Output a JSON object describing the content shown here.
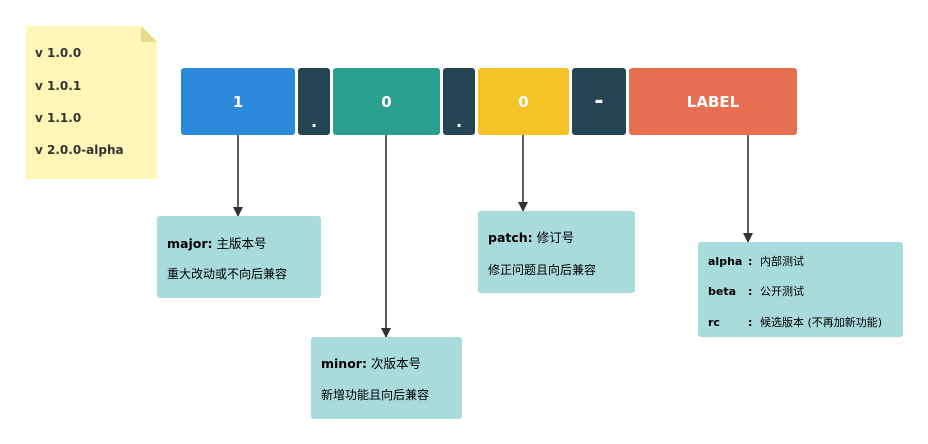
{
  "versions_note": {
    "lines": [
      "v 1.0.0",
      "v 1.0.1",
      "v 1.1.0",
      "v 2.0.0-alpha"
    ]
  },
  "segments": {
    "major": "1",
    "dot1": ".",
    "minor": "0",
    "dot2": ".",
    "patch": "0",
    "dash": "-",
    "label": "LABEL"
  },
  "major_box": {
    "key": "major:",
    "title": " 主版本号",
    "desc": "重大改动或不向后兼容"
  },
  "minor_box": {
    "key": "minor:",
    "title": " 次版本号",
    "desc": "新增功能且向后兼容"
  },
  "patch_box": {
    "key": "patch:",
    "title": " 修订号",
    "desc": "修正问题且向后兼容"
  },
  "label_box": {
    "rows": [
      {
        "key": "alpha",
        "colon": ":",
        "value": "内部测试"
      },
      {
        "key": "beta",
        "colon": ":",
        "value": "公开测试"
      },
      {
        "key": "rc",
        "colon": ":",
        "value": "候选版本 (不再加新功能)"
      }
    ]
  },
  "colors": {
    "major": "#2d89dc",
    "separator": "#264553",
    "minor": "#2a9e8f",
    "patch": "#f5c327",
    "label": "#e76f51",
    "box": "#a9dadc",
    "note": "#fff6b8"
  }
}
